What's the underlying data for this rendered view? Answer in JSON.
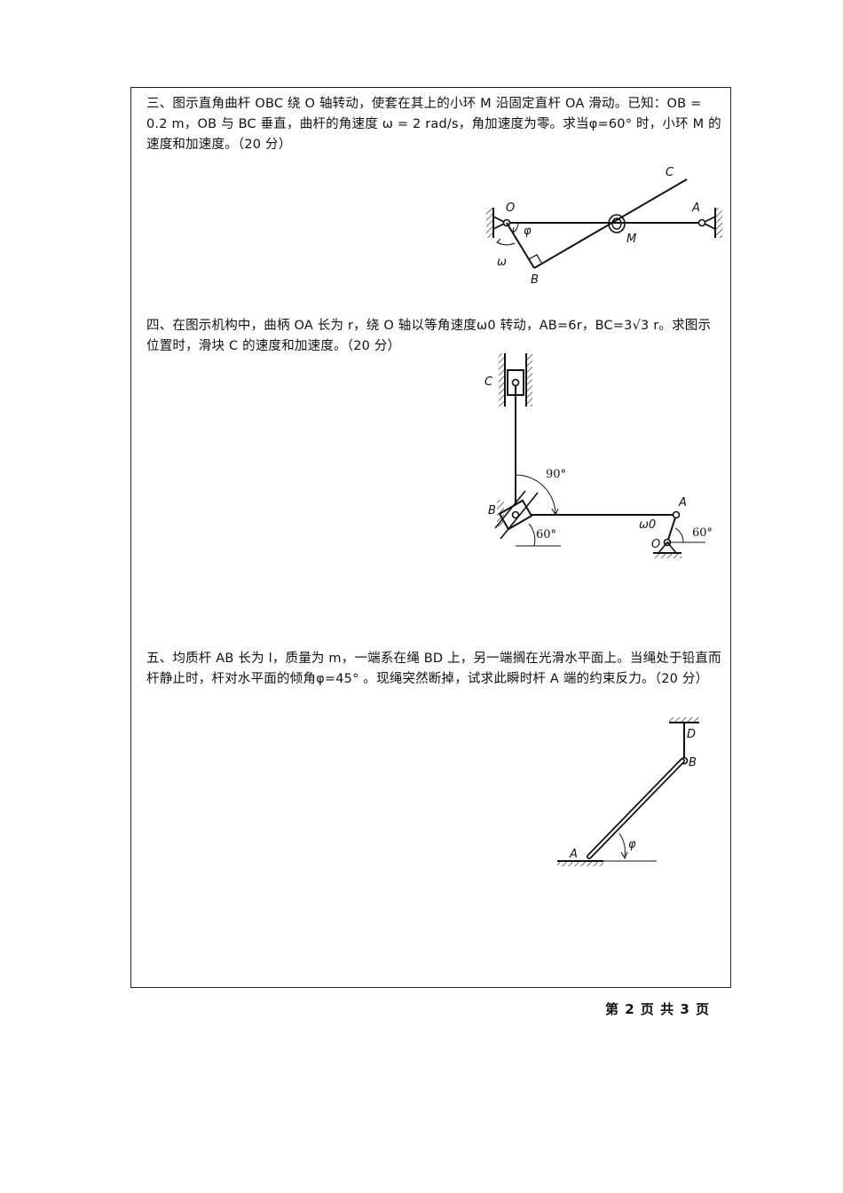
{
  "problems": [
    {
      "text": "三、图示直角曲杆 OBC 绕 O 轴转动，使套在其上的小环 M 沿固定直杆 OA 滑动。已知：OB = 0.2 m，OB 与 BC 垂直，曲杆的角速度 ω = 2 rad/s，角加速度为零。求当φ=60° 时，小环 M 的速度和加速度。（20 分）",
      "figure_labels": {
        "o": "O",
        "a": "A",
        "b": "B",
        "c": "C",
        "m": "M",
        "phi": "φ",
        "omega": "ω"
      }
    },
    {
      "text": "四、在图示机构中，曲柄 OA 长为 r，绕 O 轴以等角速度ω0 转动，AB=6r，BC=3√3 r。求图示位置时，滑块 C 的速度和加速度。（20 分）",
      "figure_labels": {
        "c": "C",
        "b": "B",
        "a": "A",
        "o": "O",
        "omega0": "ω0",
        "angle_90": "90°",
        "angle_60_b": "60°",
        "angle_60_o": "60°"
      }
    },
    {
      "text": "五、均质杆 AB 长为 l，质量为 m，一端系在绳 BD 上，另一端搁在光滑水平面上。当绳处于铅直而杆静止时，杆对水平面的倾角φ=45° 。现绳突然断掉，试求此瞬时杆 A 端的约束反力。（20 分）",
      "figure_labels": {
        "d": "D",
        "b": "B",
        "a": "A",
        "phi": "φ"
      }
    }
  ],
  "footer": "第 2 页 共 3 页"
}
